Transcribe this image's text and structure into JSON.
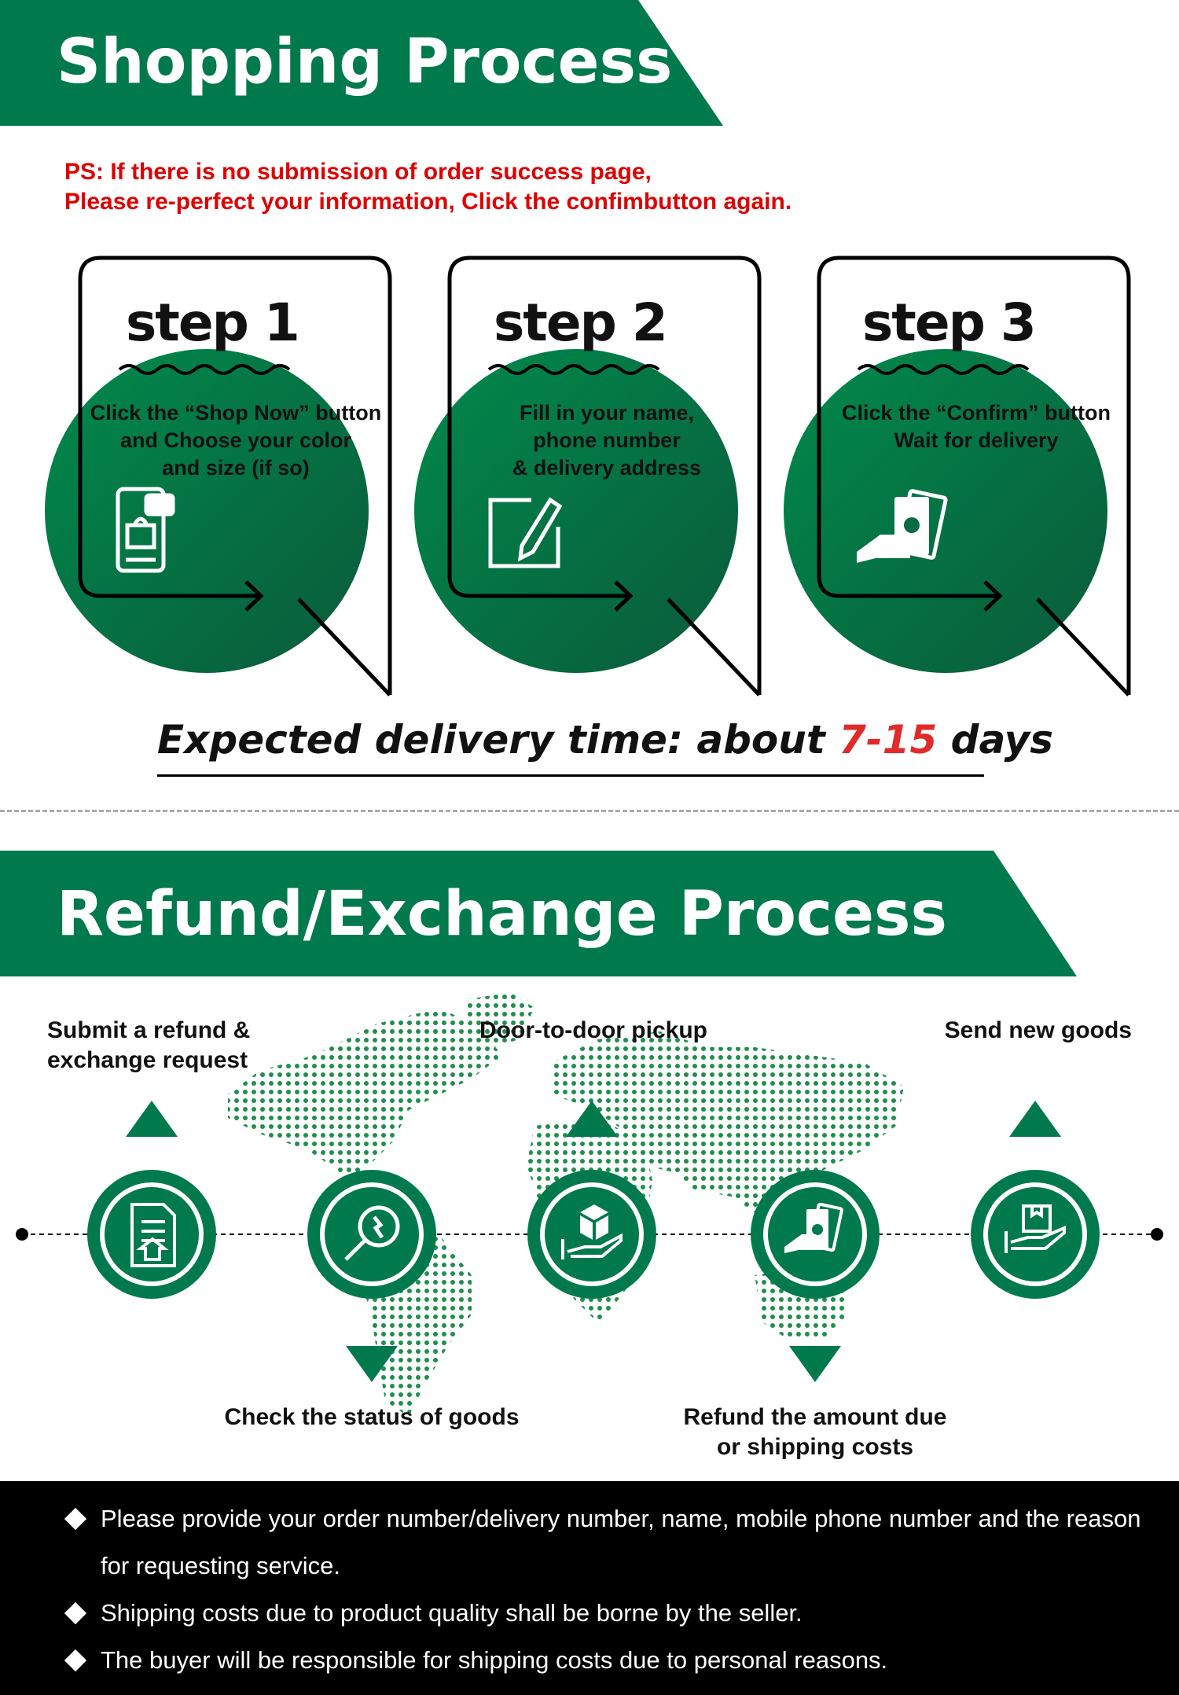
{
  "shopping": {
    "title": "Shopping Process",
    "ps_line1": "PS: If there is no submission of order success page,",
    "ps_line2": "Please re-perfect your information, Click the confimbutton again.",
    "steps": [
      {
        "label": "step 1",
        "lines": [
          "Click the “Shop Now” button",
          "and Choose your color",
          "and size (if so)"
        ],
        "icon": "phone-shopping-bag-icon"
      },
      {
        "label": "step 2",
        "lines": [
          "Fill in your name,",
          "phone number",
          "& delivery address"
        ],
        "icon": "edit-form-icon"
      },
      {
        "label": "step 3",
        "lines": [
          "Click the “Confirm” button",
          "Wait for delivery"
        ],
        "icon": "hand-cash-icon"
      }
    ],
    "expected_prefix": "Expected delivery time: about ",
    "expected_days": "7-15",
    "expected_suffix": " days"
  },
  "refund": {
    "title": "Refund/Exchange Process",
    "flow": [
      {
        "label_lines": [
          "Submit a refund &",
          "exchange request"
        ],
        "icon": "document-upload-icon",
        "arrow": "up"
      },
      {
        "label_lines": [
          "Check the status of goods"
        ],
        "icon": "magnifier-icon",
        "arrow": "down"
      },
      {
        "label_lines": [
          "Door-to-door pickup"
        ],
        "icon": "package-in-hand-icon",
        "arrow": "up"
      },
      {
        "label_lines": [
          "Refund the amount due",
          "or shipping costs"
        ],
        "icon": "money-refund-icon",
        "arrow": "down"
      },
      {
        "label_lines": [
          "Send new goods"
        ],
        "icon": "box-in-hand-icon",
        "arrow": "up"
      }
    ],
    "notes": [
      "Please provide your order number/delivery number, name, mobile phone number and the reason for requesting service.",
      "Shipping costs due to product quality shall be borne by the seller.",
      "The buyer will be responsible for shipping costs due to personal reasons."
    ]
  },
  "colors": {
    "brand_green": "#007a4d",
    "accent_red": "#e02b2b",
    "ps_red": "#e00000"
  }
}
